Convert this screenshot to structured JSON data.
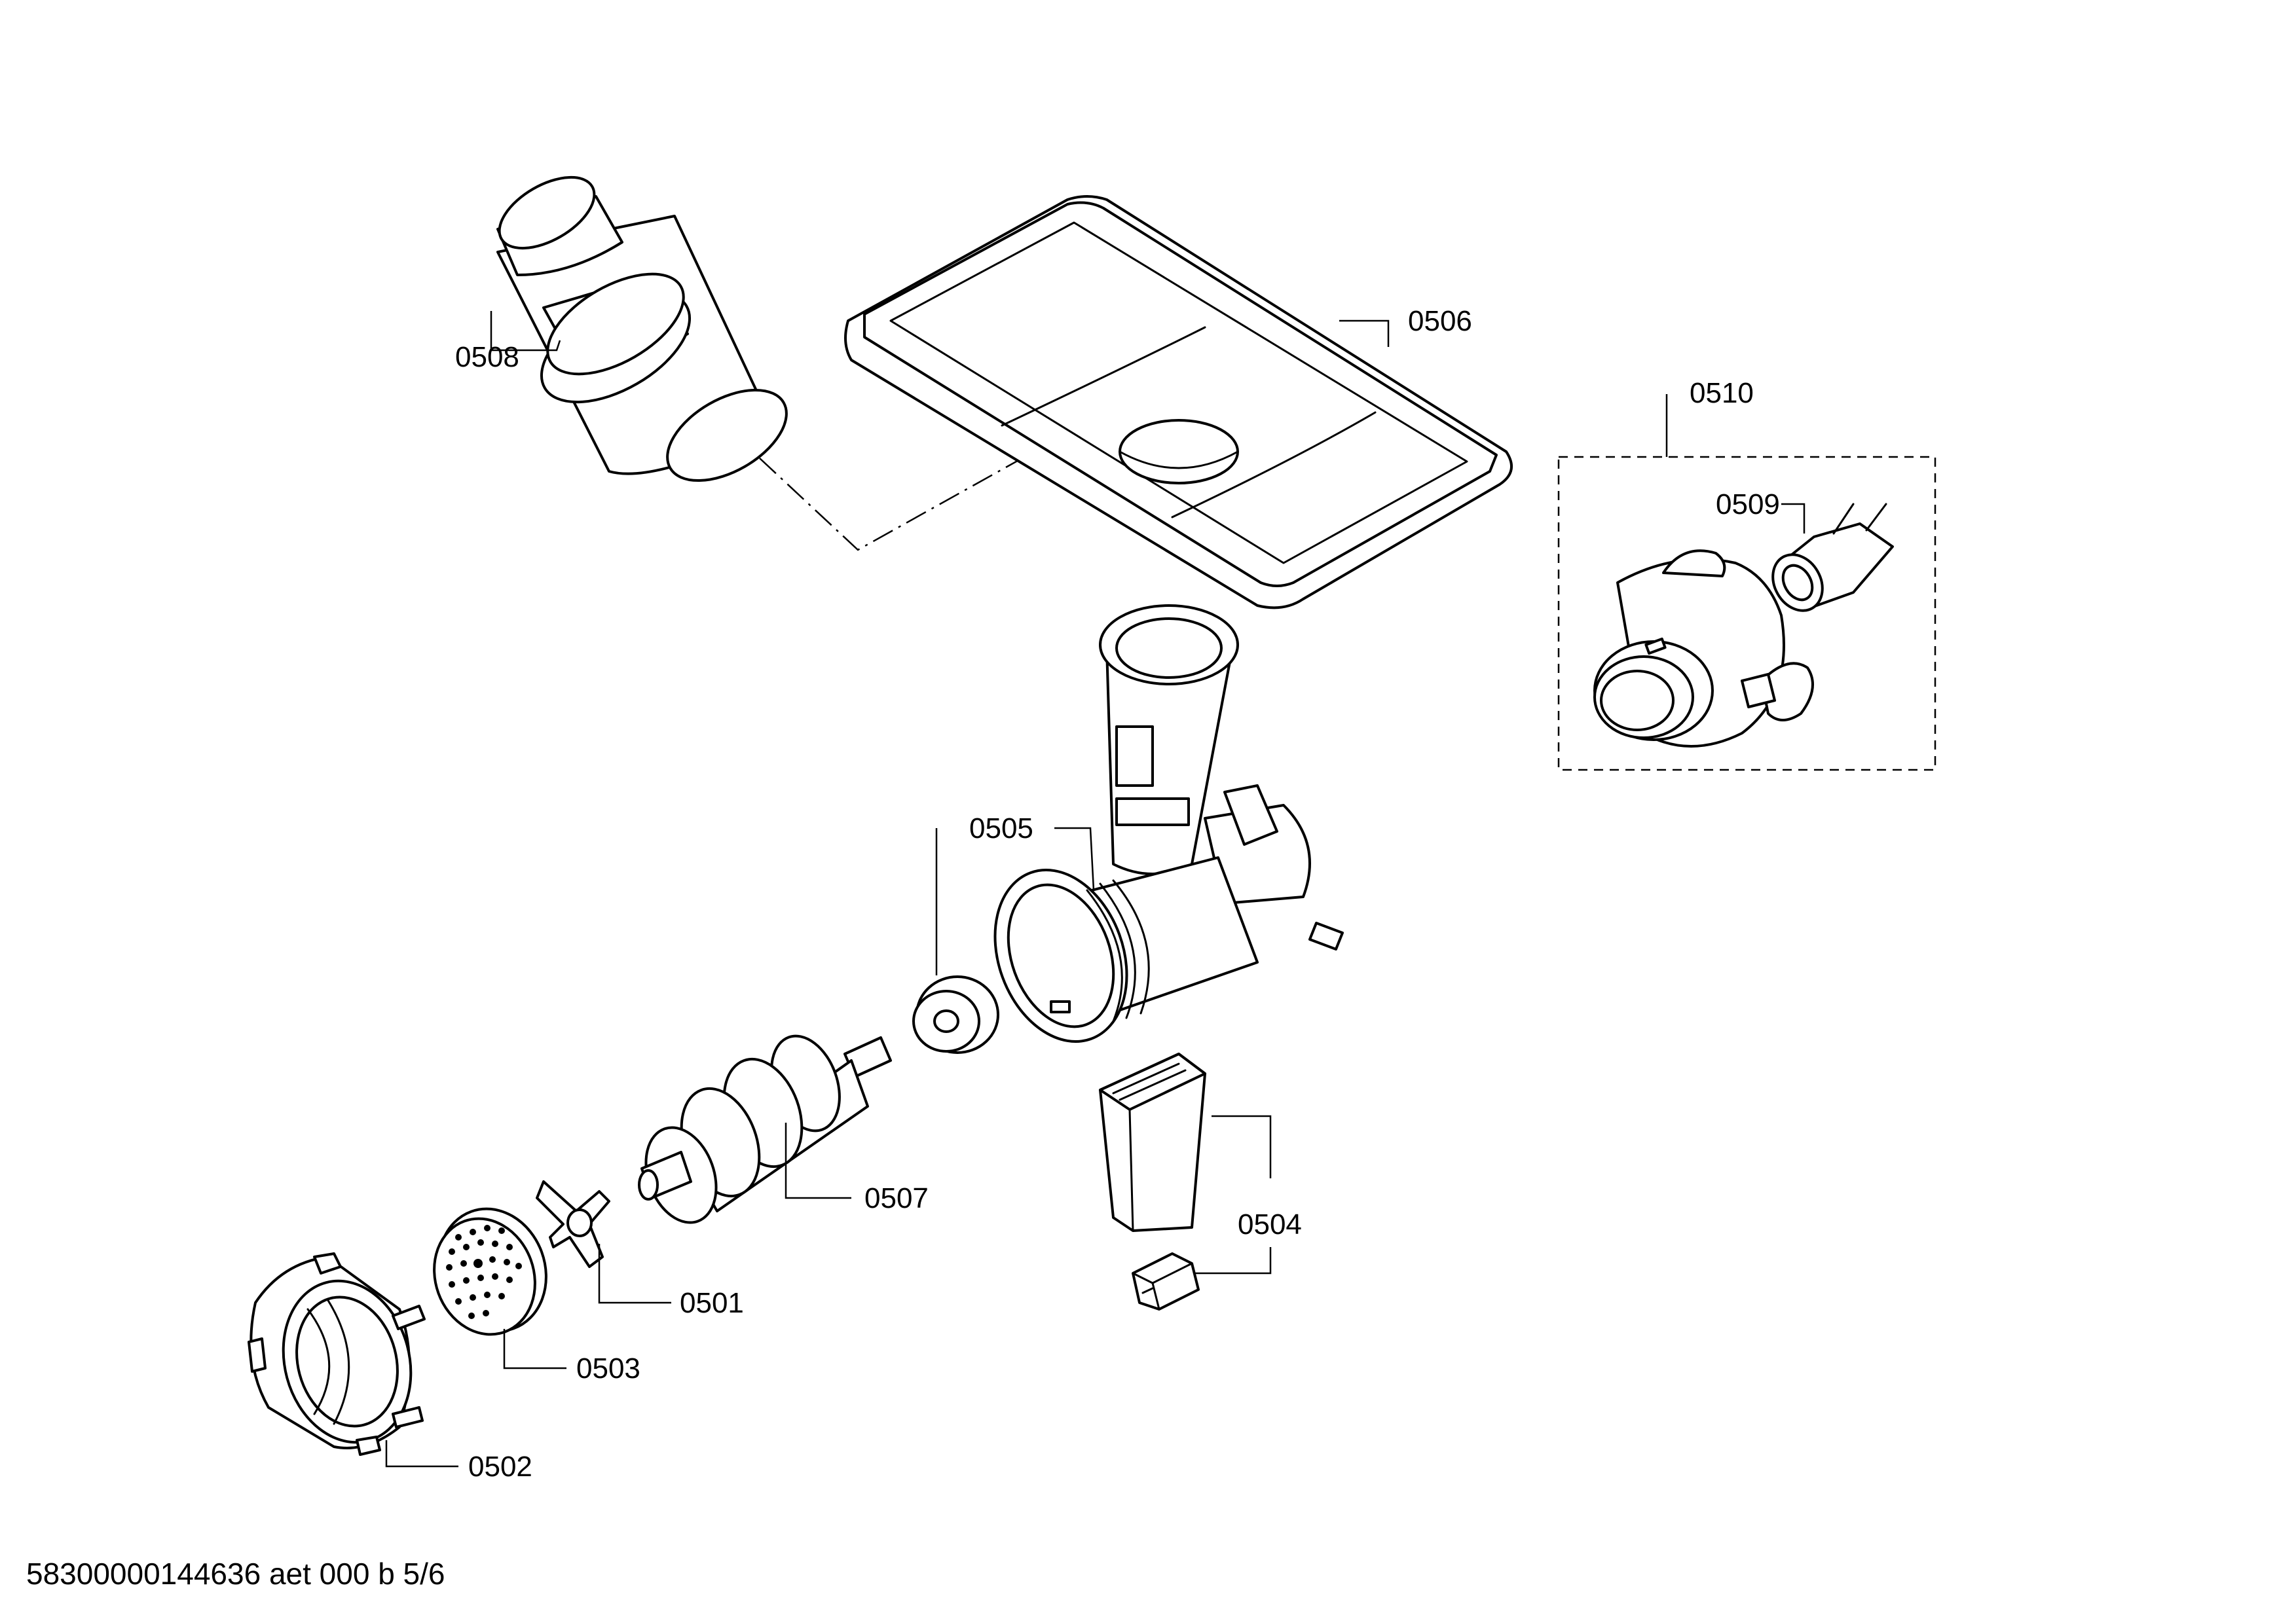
{
  "labels": {
    "p0501": "0501",
    "p0502": "0502",
    "p0503": "0503",
    "p0504": "0504",
    "p0505": "0505",
    "p0506": "0506",
    "p0507": "0507",
    "p0508": "0508",
    "p0509": "0509",
    "p0510": "0510"
  },
  "footer": "58300000144636 aet 000 b 5/6"
}
